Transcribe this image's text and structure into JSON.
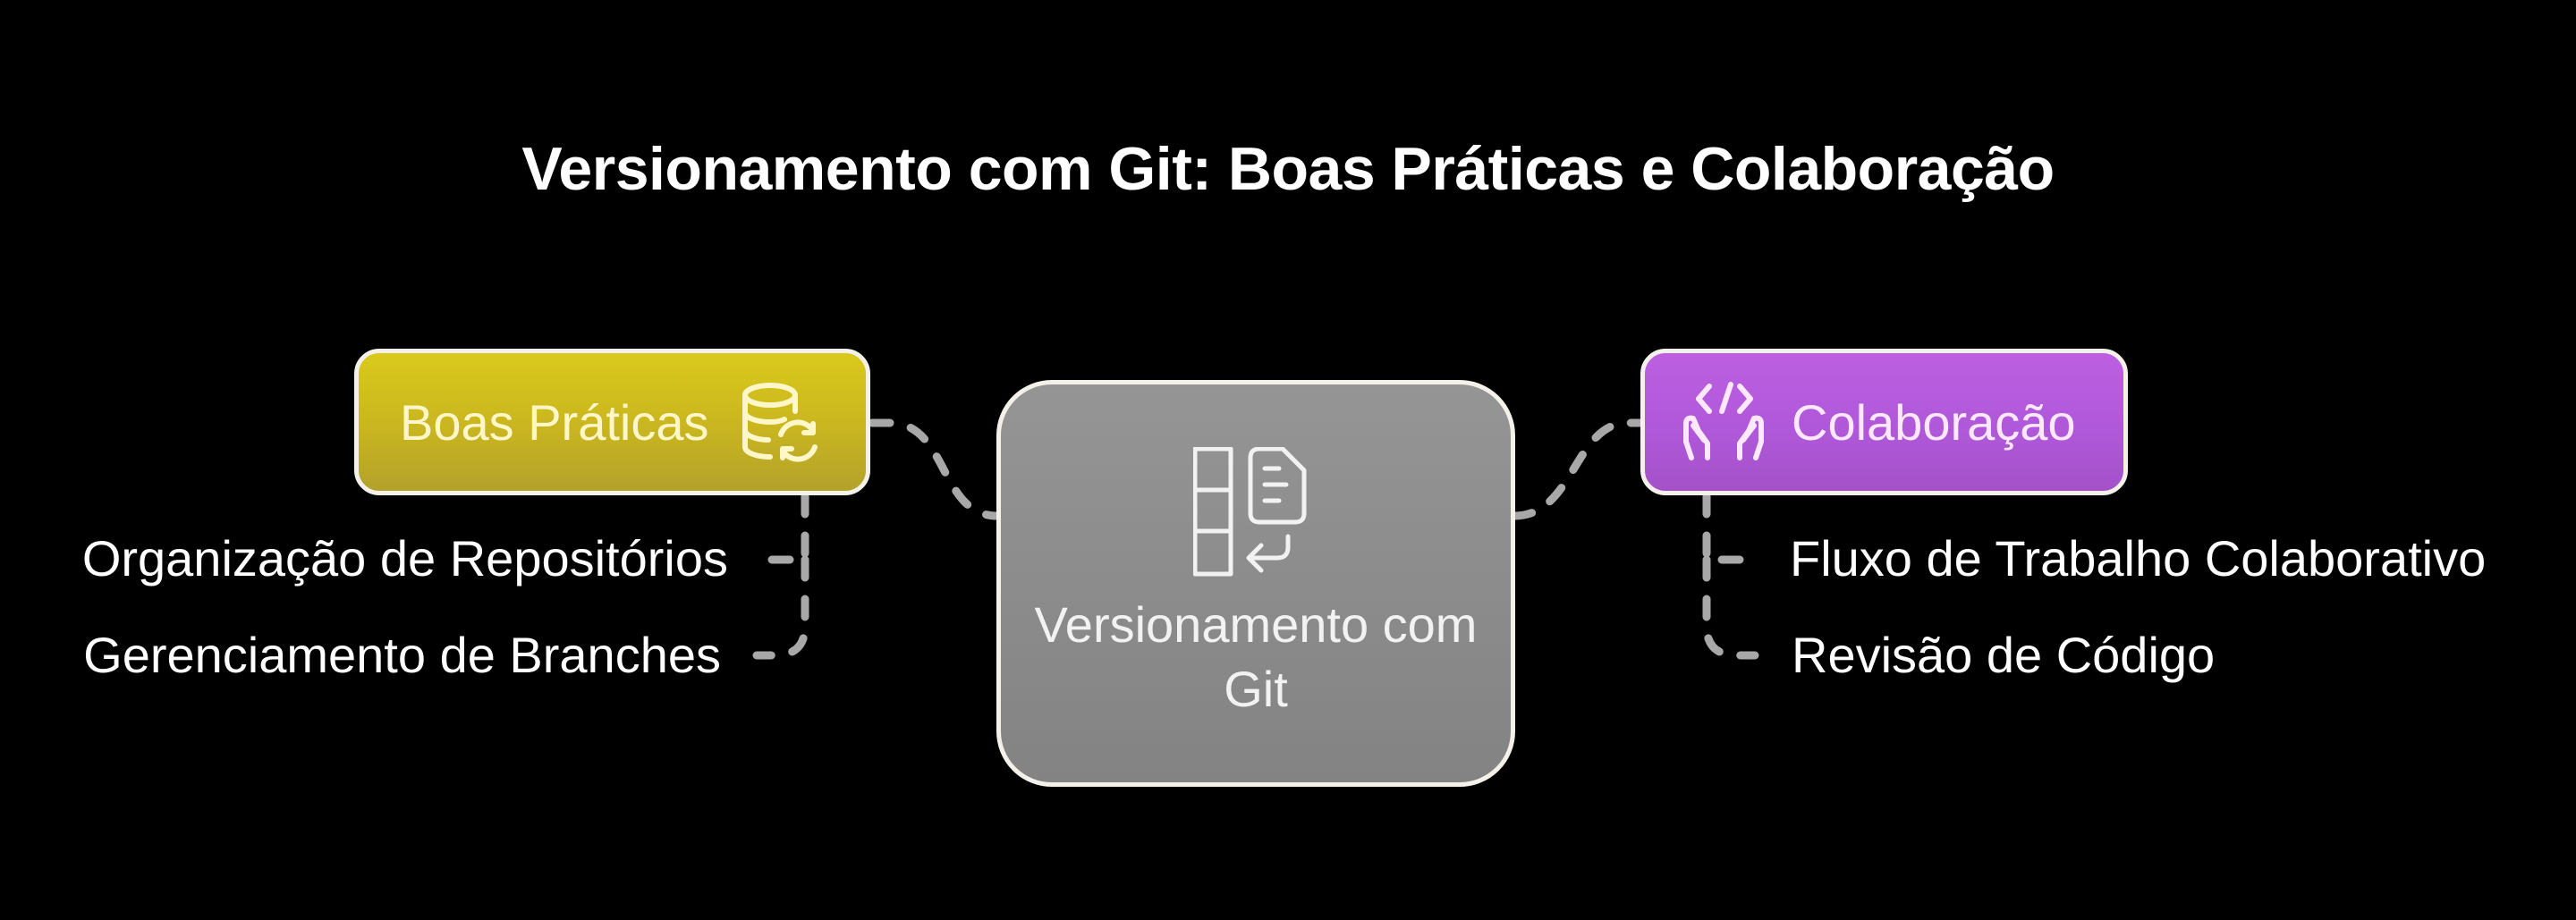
{
  "title": "Versionamento com Git: Boas Práticas e Colaboração",
  "colors": {
    "background": "#000000",
    "left_node": "#cbb820",
    "right_node": "#b058da",
    "center_node": "#8c8c8c",
    "border": "#f4f0ea",
    "connector": "#a8a8a8"
  },
  "center_node": {
    "label": "Versionamento com Git",
    "icon": "version-history-document-icon"
  },
  "left_branch": {
    "label": "Boas Práticas",
    "icon": "database-sync-icon",
    "children": [
      {
        "label": "Organização de Repositórios"
      },
      {
        "label": "Gerenciamento de Branches"
      }
    ]
  },
  "right_branch": {
    "label": "Colaboração",
    "icon": "hands-code-icon",
    "children": [
      {
        "label": "Fluxo de Trabalho Colaborativo"
      },
      {
        "label": "Revisão de Código"
      }
    ]
  }
}
